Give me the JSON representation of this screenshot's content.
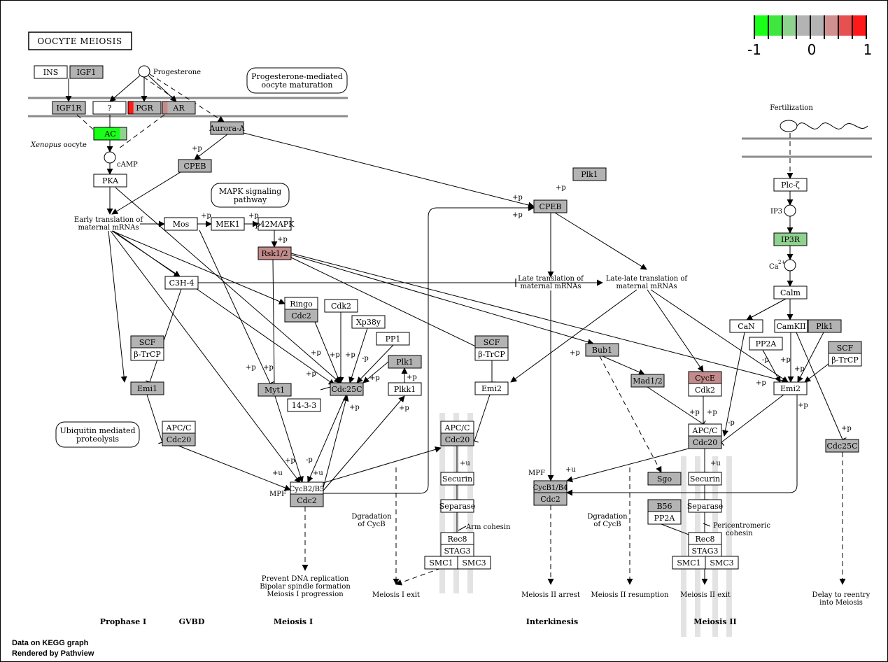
{
  "title": "OOCYTE MEIOSIS",
  "legend": {
    "min": "-1",
    "mid": "0",
    "max": "1"
  },
  "colors": {
    "gray": "#b3b3b3",
    "white": "#ffffff",
    "green": "#19ff19",
    "lightgreen": "#8fd18f",
    "pinkish": "#c38b8b",
    "red": "#ff1919",
    "membrane": "#8c8c8c",
    "highlightGray": "#e3e3e3"
  },
  "genes": {
    "ins": "INS",
    "igf1": "IGF1",
    "igf1r": "IGF1R",
    "unk": "?",
    "pgr": "PGR",
    "ar": "AR",
    "ac": "AC",
    "aurora": "Aurora-A",
    "cpeb1": "CPEB",
    "pka": "PKA",
    "mos": "Mos",
    "mek1": "MEK1",
    "mapk": "p42MAPK",
    "rsk": "Rsk1/2",
    "c3h4": "C3H-4",
    "ringo": "Ringo",
    "cdc2a": "Cdc2",
    "cdk2a": "Cdk2",
    "xp38": "Xp38y",
    "pp1": "PP1",
    "plk1a": "Plk1",
    "plkk1": "Plkk1",
    "scf1": "SCF",
    "btrcp1": "β-TrCP",
    "emi1": "Emi1",
    "myt1": "Myt1",
    "cdc25c1": "Cdc25C",
    "p1433": "14-3-3",
    "apc1": "APC/C",
    "cdc20a": "Cdc20",
    "cycb1": "CycB2/B5",
    "cdc2b": "Cdc2",
    "scf2": "SCF",
    "btrcp2": "β-TrCP",
    "emi2a": "Emi2",
    "apc2": "APC/C",
    "cdc20b": "Cdc20",
    "securin1": "Securin",
    "separase1": "Separase",
    "rec8a": "Rec8",
    "stag3a": "STAG3",
    "smc1a": "SMC1",
    "smc3a": "SMC3",
    "plk1b": "Plk1",
    "cpeb2": "CPEB",
    "cycb2": "CycB1/B4",
    "cdc2c": "Cdc2",
    "bub1": "Bub1",
    "mad12": "Mad1/2",
    "sgo": "Sgo",
    "b56": "B56",
    "pp2a1": "PP2A",
    "cyce": "CycE",
    "cdk2b": "Cdk2",
    "apc3": "APC/C",
    "cdc20c": "Cdc20",
    "securin2": "Securin",
    "separase2": "Separase",
    "rec8b": "Rec8",
    "stag3b": "STAG3",
    "smc1b": "SMC1",
    "smc3b": "SMC3",
    "plcz": "Plc-ζ",
    "ip3r": "IP3R",
    "calm": "Calm",
    "can": "CaN",
    "camkii": "CamKII",
    "plk1c": "Plk1",
    "pp2a2": "PP2A",
    "scf3": "SCF",
    "btrcp3": "β-TrCP",
    "emi2b": "Emi2",
    "cdc25c2": "Cdc25C"
  },
  "labels": {
    "progesterone": "Progesterone",
    "camp": "cAMP",
    "xenopus": "Xenopus",
    "oocyte": " oocyte",
    "ip3": "IP3",
    "ca": "Ca",
    "ca_sup": "2+",
    "fertilization": "Fertilization",
    "early1": "Early translation of",
    "early2": "maternal mRNAs",
    "late1": "Late translation of",
    "late2": "maternal mRNAs",
    "latelate1": "Late-late translation of",
    "latelate2": "maternal mRNAs",
    "mpf1": "MPF",
    "mpf2": "MPF",
    "prevent1": "Prevent DNA replication",
    "prevent2": "Bipolar spindle formation",
    "prevent3": "Meiosis I progression",
    "dgrad1a": "Dgradation",
    "dgrad1b": "of CycB",
    "dgrad2a": "Dgradation",
    "dgrad2b": "of CycB",
    "meiosis1exit": "Meiosis I exit",
    "meiosis2arrest": "Meiosis II arrest",
    "meiosis2resume": "Meiosis II resumption",
    "meiosis2exit": "Meiosis II exit",
    "delay1": "Delay to reentry",
    "delay2": "into Meiosis",
    "armcohesin": "Arm cohesin",
    "peri1": "Pericentromeric",
    "peri2": "cohesin"
  },
  "pathways": {
    "prog1": "Progesterone-mediated",
    "prog2": "oocyte maturation",
    "mapk1": "MAPK signaling",
    "mapk2": "pathway",
    "ubi1": "Ubiquitin mediated",
    "ubi2": "proteolysis"
  },
  "phases": {
    "prophase": "Prophase I",
    "gvbd": "GVBD",
    "meiosis1": "Meiosis I",
    "interkinesis": "Interkinesis",
    "meiosis2": "Meiosis II"
  },
  "mods": {
    "p": "+p",
    "u": "+u",
    "mp": "-p"
  },
  "footer": {
    "line1": "Data on KEGG graph",
    "line2": "Rendered by Pathview"
  }
}
